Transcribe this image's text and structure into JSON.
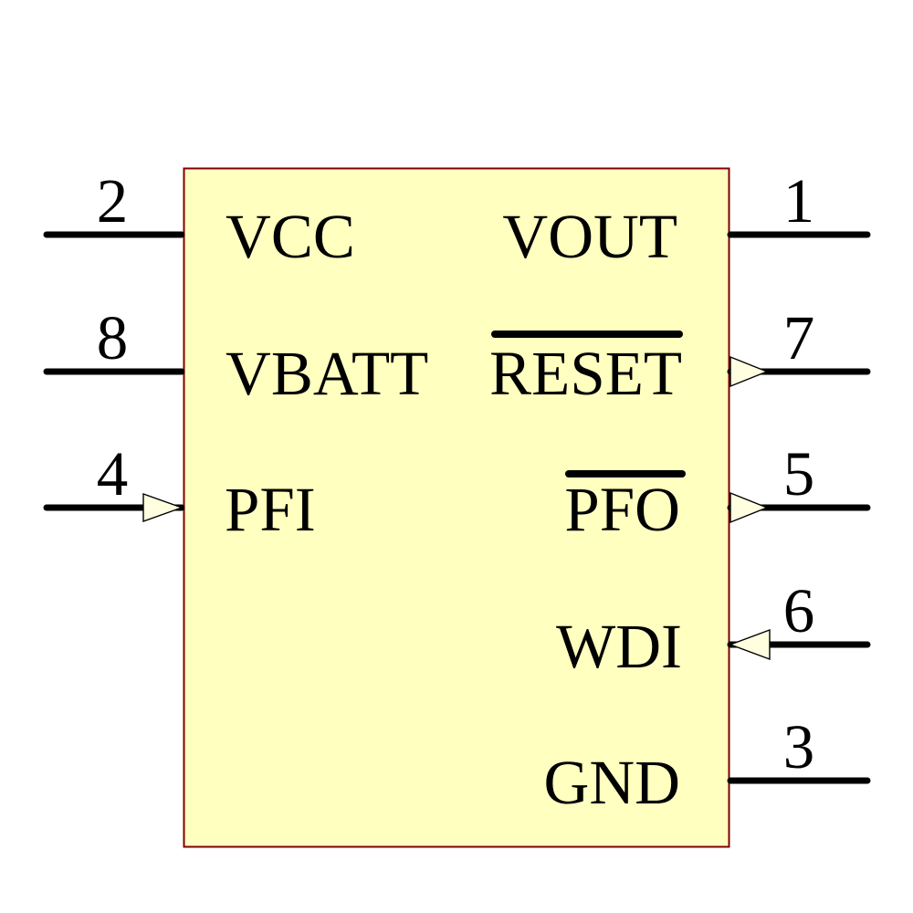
{
  "diagram": {
    "kind": "schematic-symbol",
    "description": "8-pin microprocessor supervisor IC schematic symbol",
    "colors": {
      "background": "#FFFFFF",
      "body_fill": "#FFFFC0",
      "body_stroke": "#800000",
      "pin_stroke": "#000000",
      "arrow_fill": "#FFFFE0",
      "text": "#000000"
    },
    "component": {
      "pins": [
        {
          "number": "2",
          "label": "VCC",
          "side": "left",
          "arrow": "none",
          "active_low": false
        },
        {
          "number": "8",
          "label": "VBATT",
          "side": "left",
          "arrow": "none",
          "active_low": false
        },
        {
          "number": "4",
          "label": "PFI",
          "side": "left",
          "arrow": "input",
          "active_low": false
        },
        {
          "number": "1",
          "label": "VOUT",
          "side": "right",
          "arrow": "none",
          "active_low": false
        },
        {
          "number": "7",
          "label": "RESET",
          "side": "right",
          "arrow": "output",
          "active_low": true
        },
        {
          "number": "5",
          "label": "PFO",
          "side": "right",
          "arrow": "output",
          "active_low": true
        },
        {
          "number": "6",
          "label": "WDI",
          "side": "right",
          "arrow": "input",
          "active_low": false
        },
        {
          "number": "3",
          "label": "GND",
          "side": "right",
          "arrow": "none",
          "active_low": false
        }
      ]
    }
  }
}
